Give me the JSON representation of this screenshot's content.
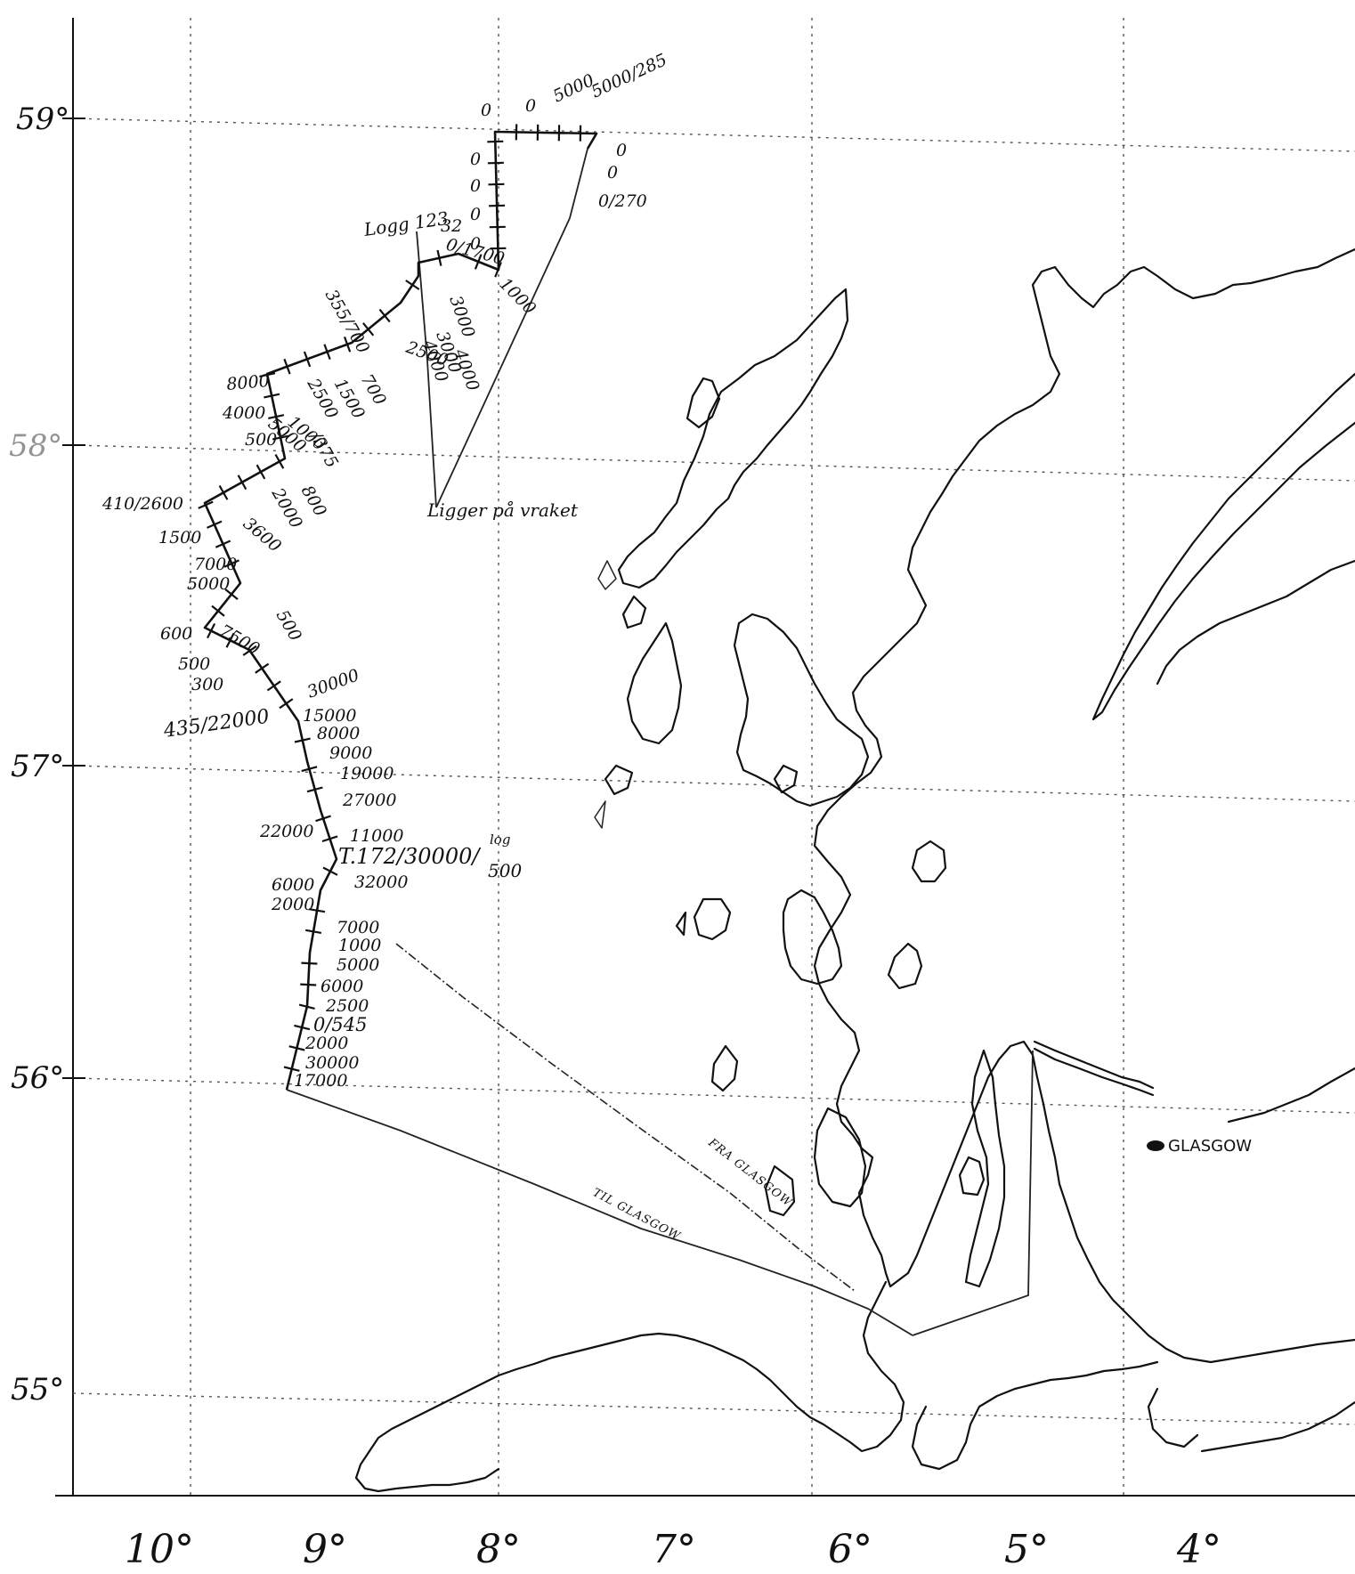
{
  "map": {
    "longitude_ticks": [
      {
        "label": "10°",
        "lon": 10
      },
      {
        "label": "9°",
        "lon": 9
      },
      {
        "label": "8°",
        "lon": 8
      },
      {
        "label": "7°",
        "lon": 7
      },
      {
        "label": "6°",
        "lon": 6
      },
      {
        "label": "5°",
        "lon": 5
      },
      {
        "label": "4°",
        "lon": 4
      }
    ],
    "latitude_ticks": [
      {
        "label": "59°",
        "lat": 59
      },
      {
        "label": "58°",
        "lat": 58
      },
      {
        "label": "57°",
        "lat": 57
      },
      {
        "label": "56°",
        "lat": 56
      },
      {
        "label": "55°",
        "lat": 55
      }
    ],
    "places": {
      "glasgow": "GLASGOW"
    },
    "route_labels": {
      "to_glasgow": "TIL GLASGOW",
      "from_glasgow": "FRA GLASGOW"
    },
    "notes": {
      "ligger": "Ligger på vraket",
      "logg_top": "Logg 123",
      "t172": "T.172/30000/",
      "log_small": "log",
      "log_value": "500"
    },
    "counts": [
      "0",
      "0",
      "5000",
      "5000/285",
      "0",
      "0",
      "0/270",
      "0",
      "0",
      "0",
      "0",
      "32",
      "0/1700",
      "1000",
      "3000",
      "4000",
      "3000",
      "4000",
      "2500",
      "355/700",
      "700",
      "1500",
      "2500",
      "8000",
      "4000",
      "5000",
      "500",
      "1000",
      "/375",
      "800",
      "2000",
      "410/2600",
      "3600",
      "1500",
      "7000",
      "5000",
      "500",
      "600",
      "7500",
      "500",
      "300",
      "30000",
      "435/22000",
      "15000",
      "8000",
      "9000",
      "19000",
      "27000",
      "22000",
      "11000",
      "32000",
      "6000",
      "2000",
      "7000",
      "1000",
      "5000",
      "6000",
      "2500",
      "0/545",
      "2000",
      "30000",
      "17000"
    ]
  }
}
